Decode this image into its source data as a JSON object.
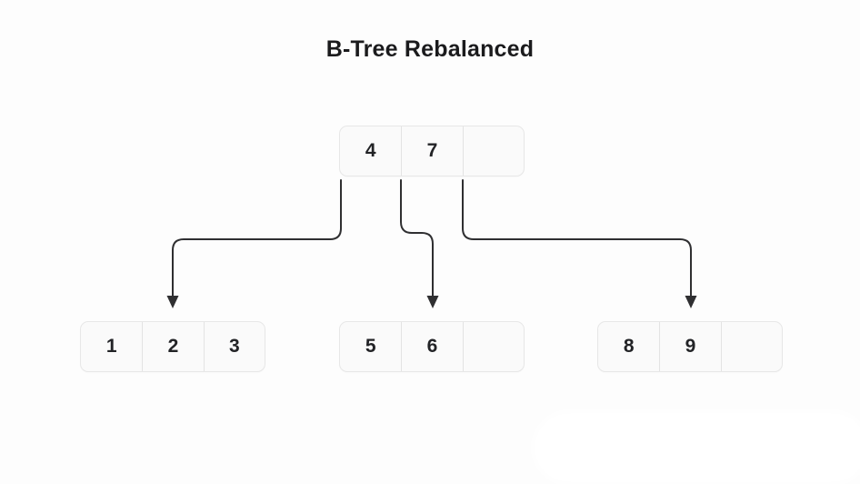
{
  "title": "B-Tree Rebalanced",
  "colors": {
    "arrow": "#2f2f31",
    "node_background": "#fafafa",
    "node_border": "#e7e7e7",
    "text": "#222326",
    "page_background": "#fdfdfd"
  },
  "tree": {
    "root": {
      "cells": [
        "4",
        "7",
        ""
      ]
    },
    "children": [
      {
        "cells": [
          "1",
          "2",
          "3"
        ]
      },
      {
        "cells": [
          "5",
          "6",
          ""
        ]
      },
      {
        "cells": [
          "8",
          "9",
          ""
        ]
      }
    ]
  }
}
